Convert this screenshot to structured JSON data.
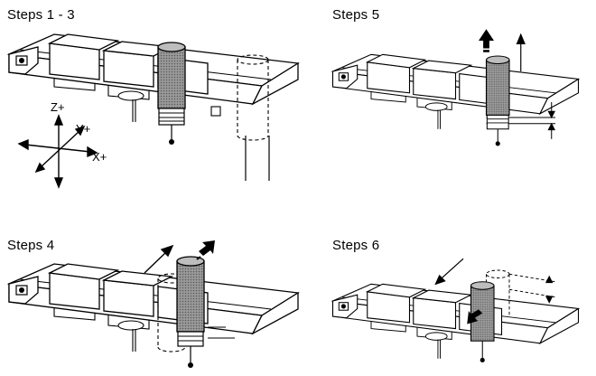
{
  "panels": {
    "steps_1_3": {
      "title": "Steps 1 - 3"
    },
    "steps_5": {
      "title": "Steps 5"
    },
    "steps_4": {
      "title": "Steps 4"
    },
    "steps_6": {
      "title": "Steps 6"
    }
  },
  "axes": {
    "z": "Z+",
    "y": "Y+",
    "x": "X+"
  },
  "colors": {
    "line": "#000000",
    "cylinder_shade": "#7a7a7a",
    "background": "#ffffff"
  }
}
